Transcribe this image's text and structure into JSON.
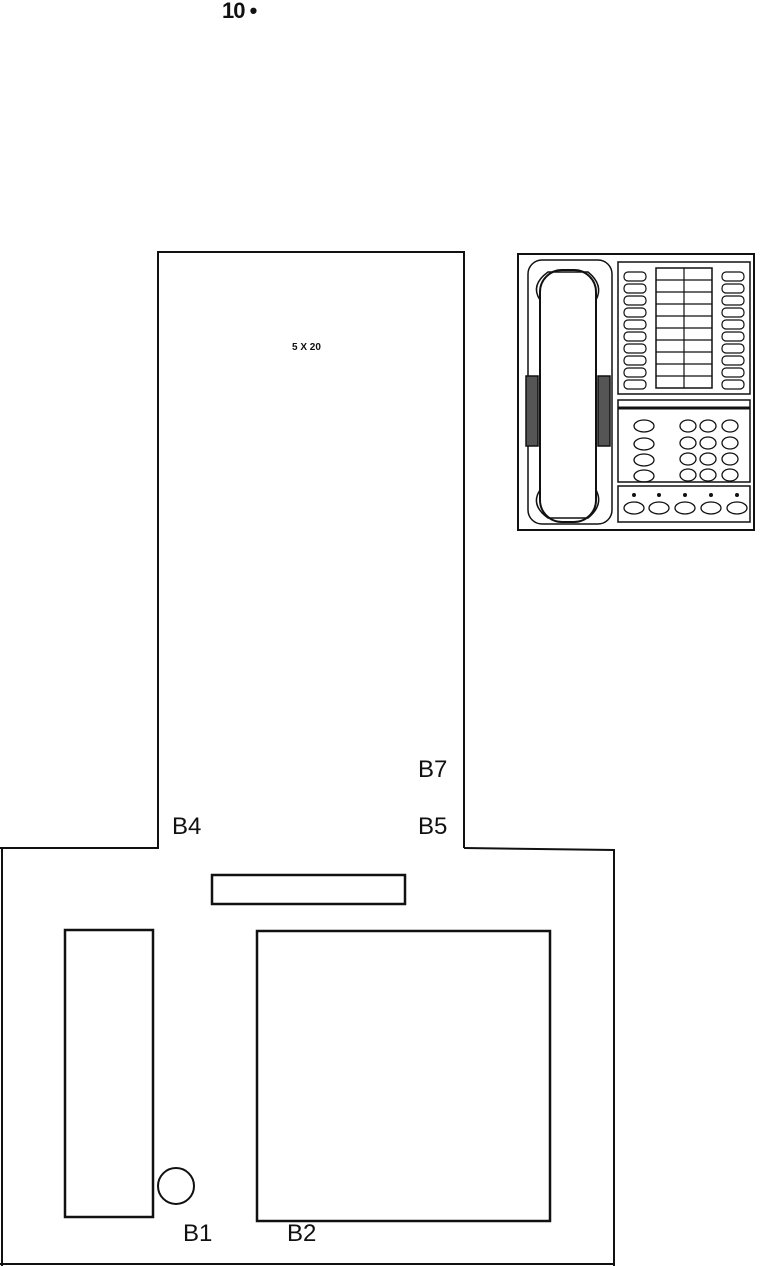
{
  "page": {
    "page_number": "10 •"
  },
  "diagram": {
    "dimension_label": "5 X 20",
    "labels": {
      "b7": "B7",
      "b4": "B4",
      "b5": "B5",
      "b1": "B1",
      "b2": "B2"
    }
  },
  "colors": {
    "ink": "#111111",
    "paper": "#ffffff"
  }
}
